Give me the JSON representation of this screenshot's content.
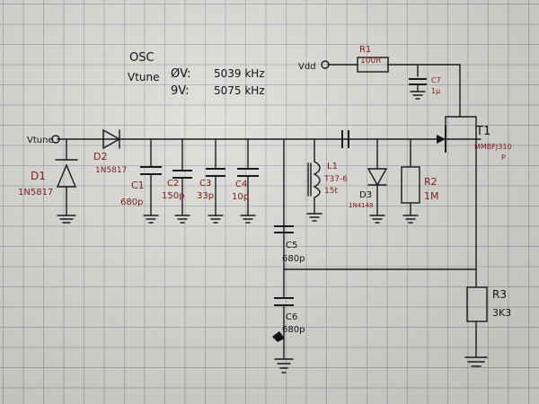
{
  "osc": {
    "title": "OSC",
    "vtune_label": "Vtune",
    "line1_voltage": "ØV:",
    "line1_freq": "5039 kHz",
    "line2_voltage": "9V:",
    "line2_freq": "5075 kHz"
  },
  "labels": {
    "vdd": "Vdd",
    "vtune_input": "Vtune",
    "d1_name": "D1",
    "d1_part": "1N5817",
    "d2_name": "D2",
    "d2_part": "1N5817",
    "c1_name": "C1",
    "c1_value": "680p",
    "c2_name": "C2",
    "c2_value": "150p",
    "c3_name": "C3",
    "c3_value": "33p",
    "c4_name": "C4",
    "c4_value": "10p",
    "l1_name": "L1",
    "l1_core": "T37-6",
    "l1_turns": "15t",
    "d3_name": "D3",
    "d3_part": "1N4148",
    "r2_name": "R2",
    "r2_value": "1M",
    "r1_name": "R1",
    "r1_value": "100R",
    "c7_name": "C7",
    "c7_value": "1µ",
    "t1_name": "T1",
    "t1_part": "MMBFJ310",
    "t1_suffix": "P",
    "c5_name": "C5",
    "c5_value": "680p",
    "c6_name": "C6",
    "c6_value": "680p",
    "r3_name": "R3",
    "r3_value": "3K3"
  },
  "colors": {
    "ink": "#141414",
    "red_ink": "#7a1e1e",
    "paper": "#dcdad5",
    "grid": "#5a5f6e"
  }
}
